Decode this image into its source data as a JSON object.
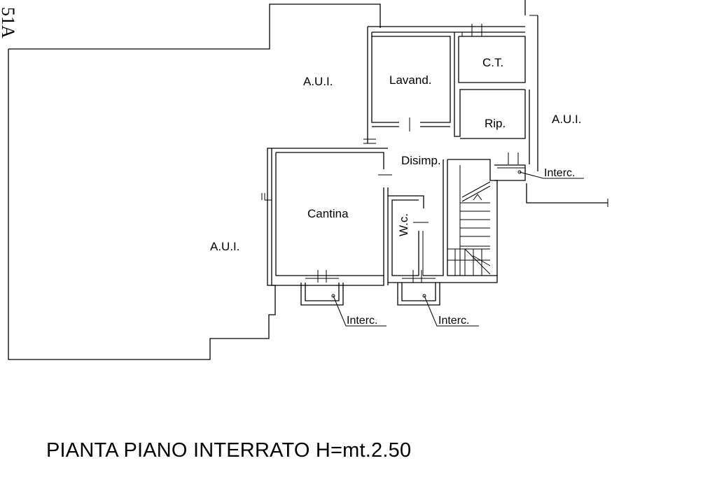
{
  "title": "PIANTA PIANO INTERRATO H=mt.2.50",
  "corner_text": "51A",
  "rooms": {
    "aui_top": "A.U.I.",
    "aui_right": "A.U.I.",
    "aui_left": "A.U.I.",
    "lavanderia": "Lavand.",
    "centrale_termica": "C.T.",
    "ripostiglio": "Rip.",
    "disimpegno": "Disimp.",
    "cantina": "Cantina",
    "wc": "W.c."
  },
  "callouts": {
    "interc_right": "Interc.",
    "interc_bottom_left": "Interc.",
    "interc_bottom_right": "Interc."
  }
}
